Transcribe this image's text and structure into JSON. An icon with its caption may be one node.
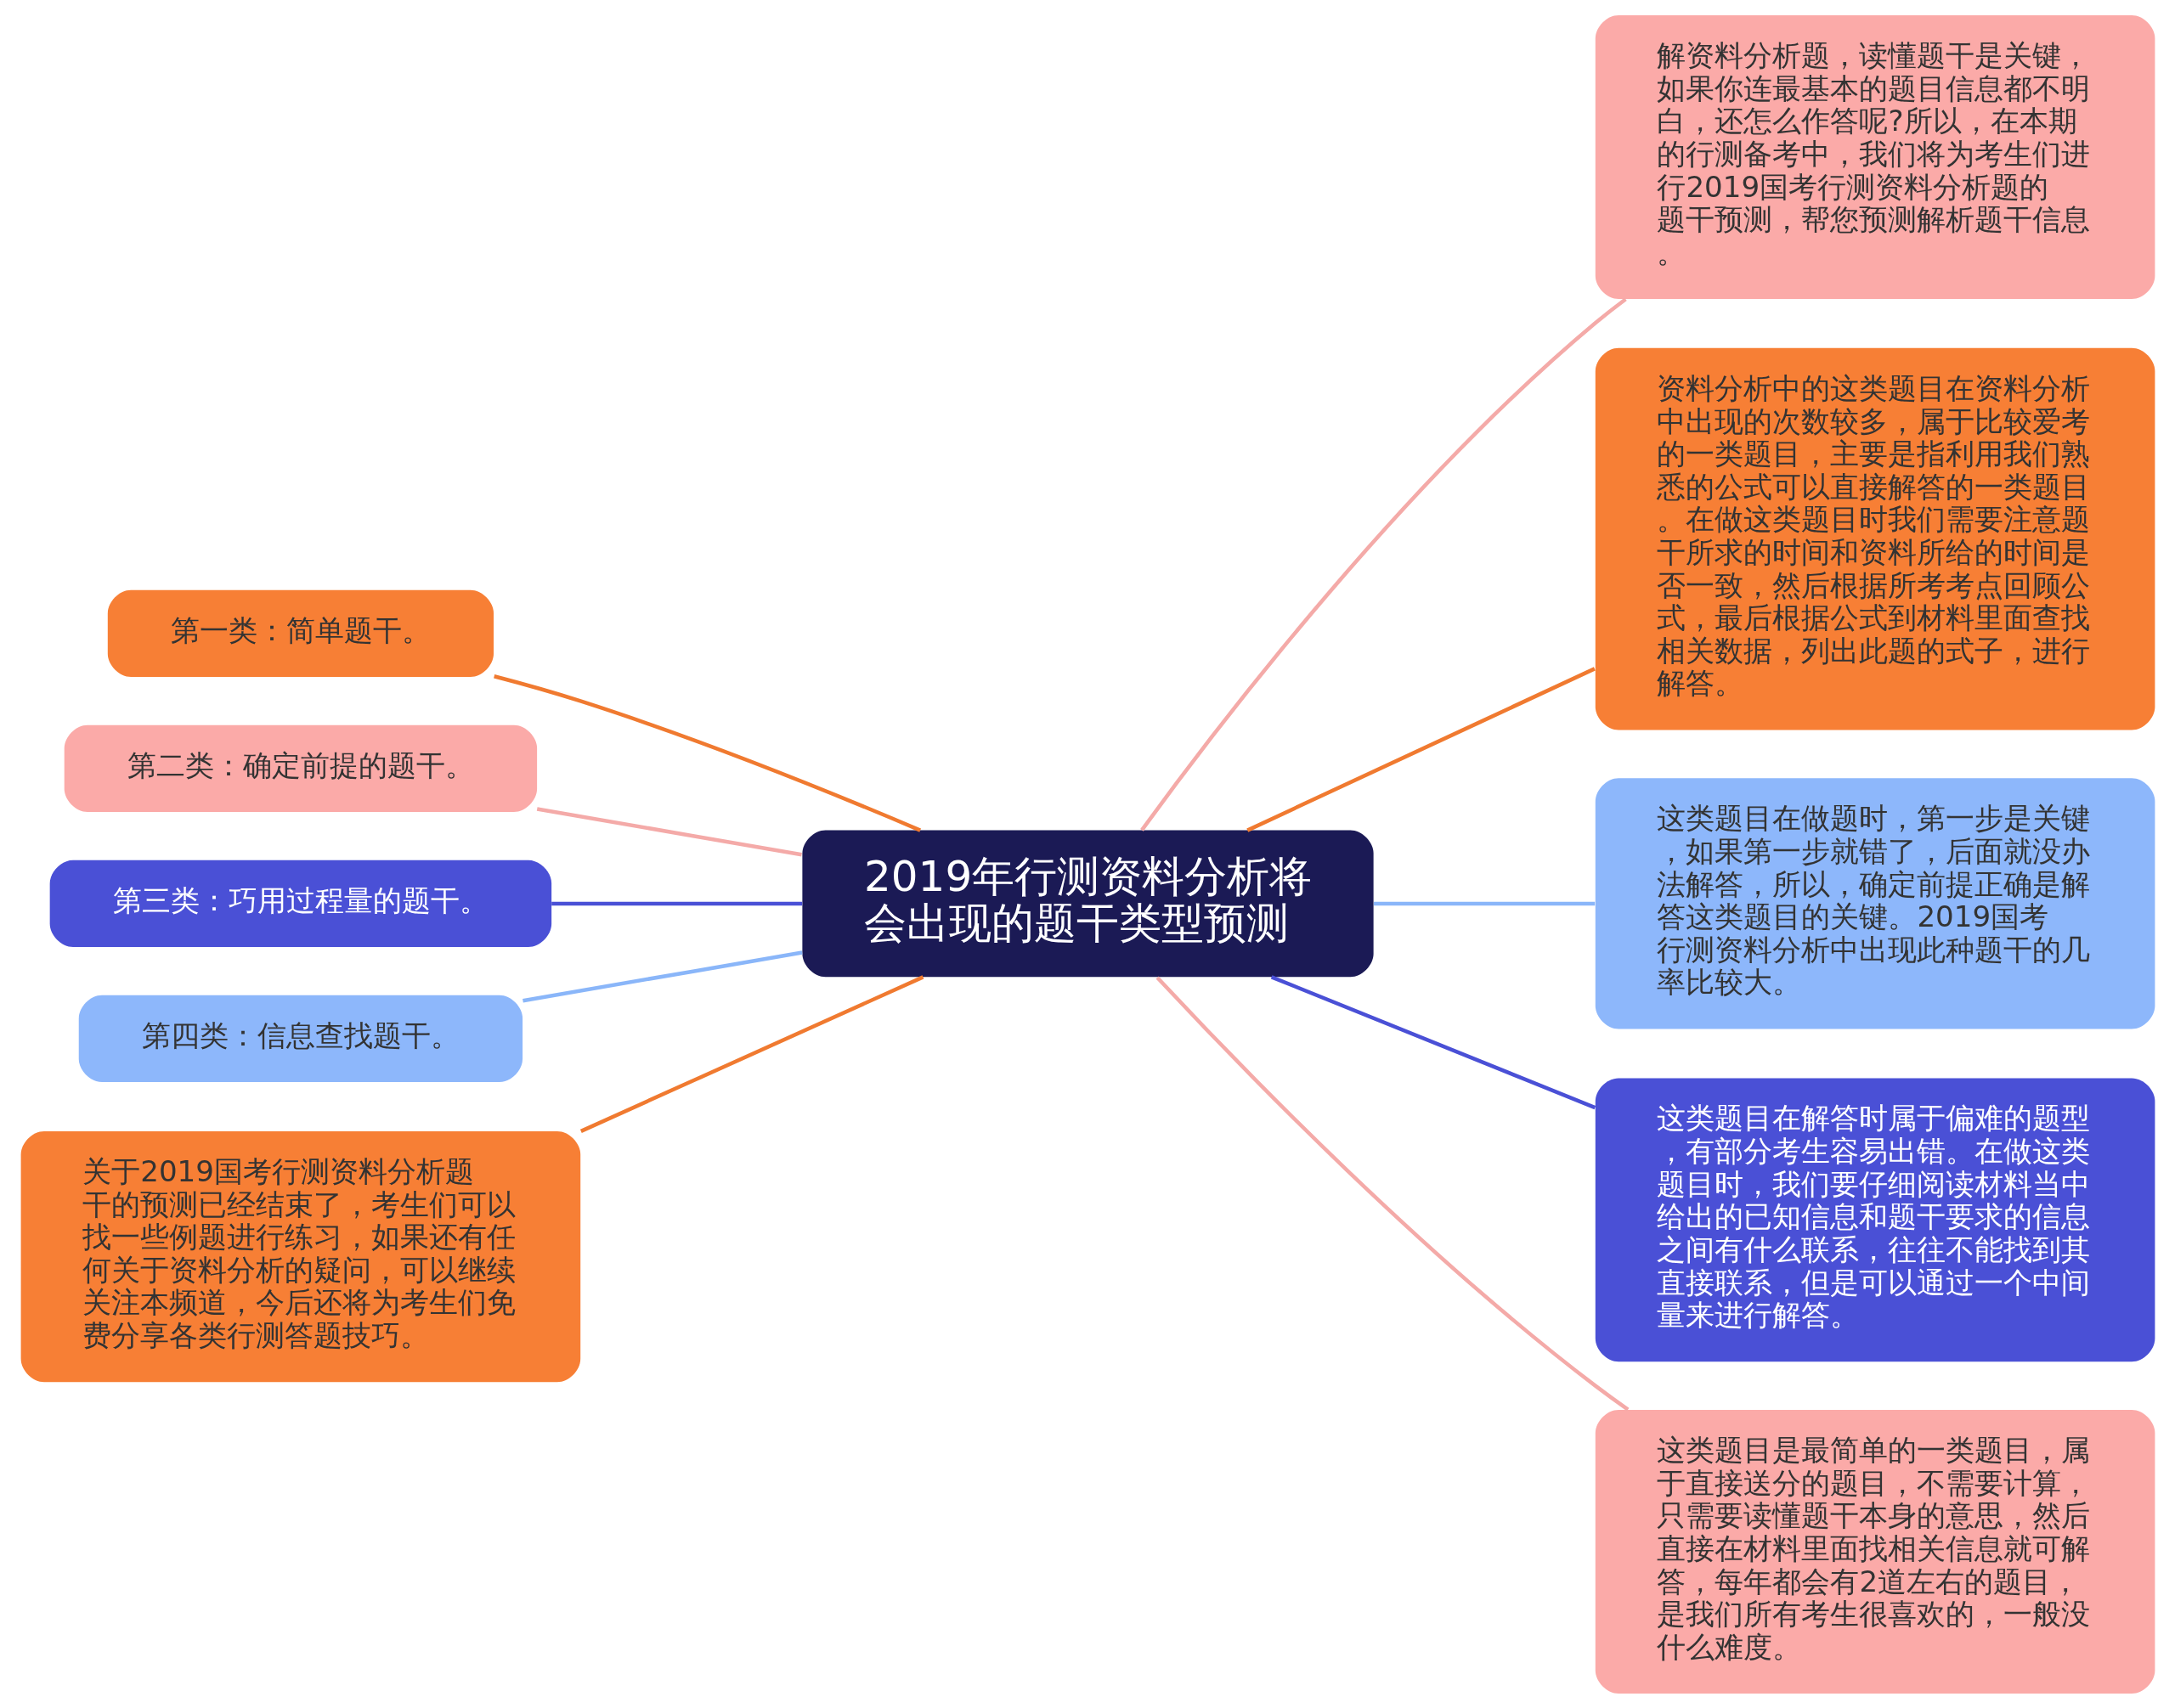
{
  "diagram": {
    "nodes": [
      {
        "text": [
          "2019年行测资料分析将会出现的题干类型预测"
        ]
      },
      {
        "text": [
          "解资料分析题，读懂题干是关键，如果你连最基本的题目信息都不明白，还怎么作答呢?所以，在本期的行测备考中，我们将为考生们进行2019国考行测资料分析题的题干预测，帮您预测解析题干信息。"
        ]
      },
      {
        "text": [
          "资料分析中的这类题目在资料分析中出现的次数较多，属于比较爱考的一类题目，主要是指利用我们熟悉的公式可以直接解答的一类题目。在做这类题目时我们需要注意题干所求的时间和资料所给的时间是否一致，然后根据所考考点回顾公式，最后根据公式到材料里面查找相关数据，列出此题的式子，进行解答。"
        ]
      },
      {
        "text": [
          "这类题目在做题时，第一步是关键，如果第一步就错了，后面就没办法解答，所以，确定前提正确是解答这类题目的关键。2019国考行测资料分析中出现此种题干的几率比较大。"
        ]
      },
      {
        "text": [
          "这类题目在解答时属于偏难的题型，有部分考生容易出错。在做这类题目时，我们要仔细阅读材料当中给出的已知信息和题干要求的信息之间有什么联系，往往不能找到其直接联系，但是可以通过一个中间量来进行解答。"
        ]
      },
      {
        "text": [
          "这类题目是最简单的一类题目，属于直接送分的题目，不需要计算，只需要读懂题干本身的意思，然后直接在材料里面找相关信息就可解答，每年都会有2道左右的题目，是我们所有考生很喜欢的，一般没什么难度。"
        ]
      },
      {
        "text": [
          "第一类：简单题干。"
        ]
      },
      {
        "text": [
          "第二类：确定前提的题干。"
        ]
      },
      {
        "text": [
          "第三类：巧用过程量的题干。"
        ]
      },
      {
        "text": [
          "第四类：信息查找题干。"
        ]
      },
      {
        "text": [
          "关于2019国考行测资料分析题干的预测已经结束了，考生们可以找一些例题进行练习，如果还有任何关于资料分析的疑问，可以继续关注本频道，今后还将为考生们免费分享各类行测答题技巧。"
        ]
      }
    ],
    "edges": [
      {
        "from": 0,
        "to": 1,
        "arrow": "none",
        "color": "#f4aaa8"
      },
      {
        "from": 0,
        "to": 2,
        "arrow": "none",
        "color": "#f07a30"
      },
      {
        "from": 0,
        "to": 3,
        "arrow": "none",
        "color": "#8ab6f9"
      },
      {
        "from": 0,
        "to": 4,
        "arrow": "none",
        "color": "#4a50d6"
      },
      {
        "from": 0,
        "to": 5,
        "arrow": "none",
        "color": "#f4aaa8"
      },
      {
        "from": 0,
        "to": 6,
        "arrow": "none",
        "color": "#f07a30"
      },
      {
        "from": 0,
        "to": 7,
        "arrow": "none",
        "color": "#f4aaa8"
      },
      {
        "from": 0,
        "to": 8,
        "arrow": "none",
        "color": "#4a50d6"
      },
      {
        "from": 0,
        "to": 9,
        "arrow": "none",
        "color": "#8ab6f9"
      },
      {
        "from": 0,
        "to": 10,
        "arrow": "none",
        "color": "#f07a30"
      }
    ]
  }
}
